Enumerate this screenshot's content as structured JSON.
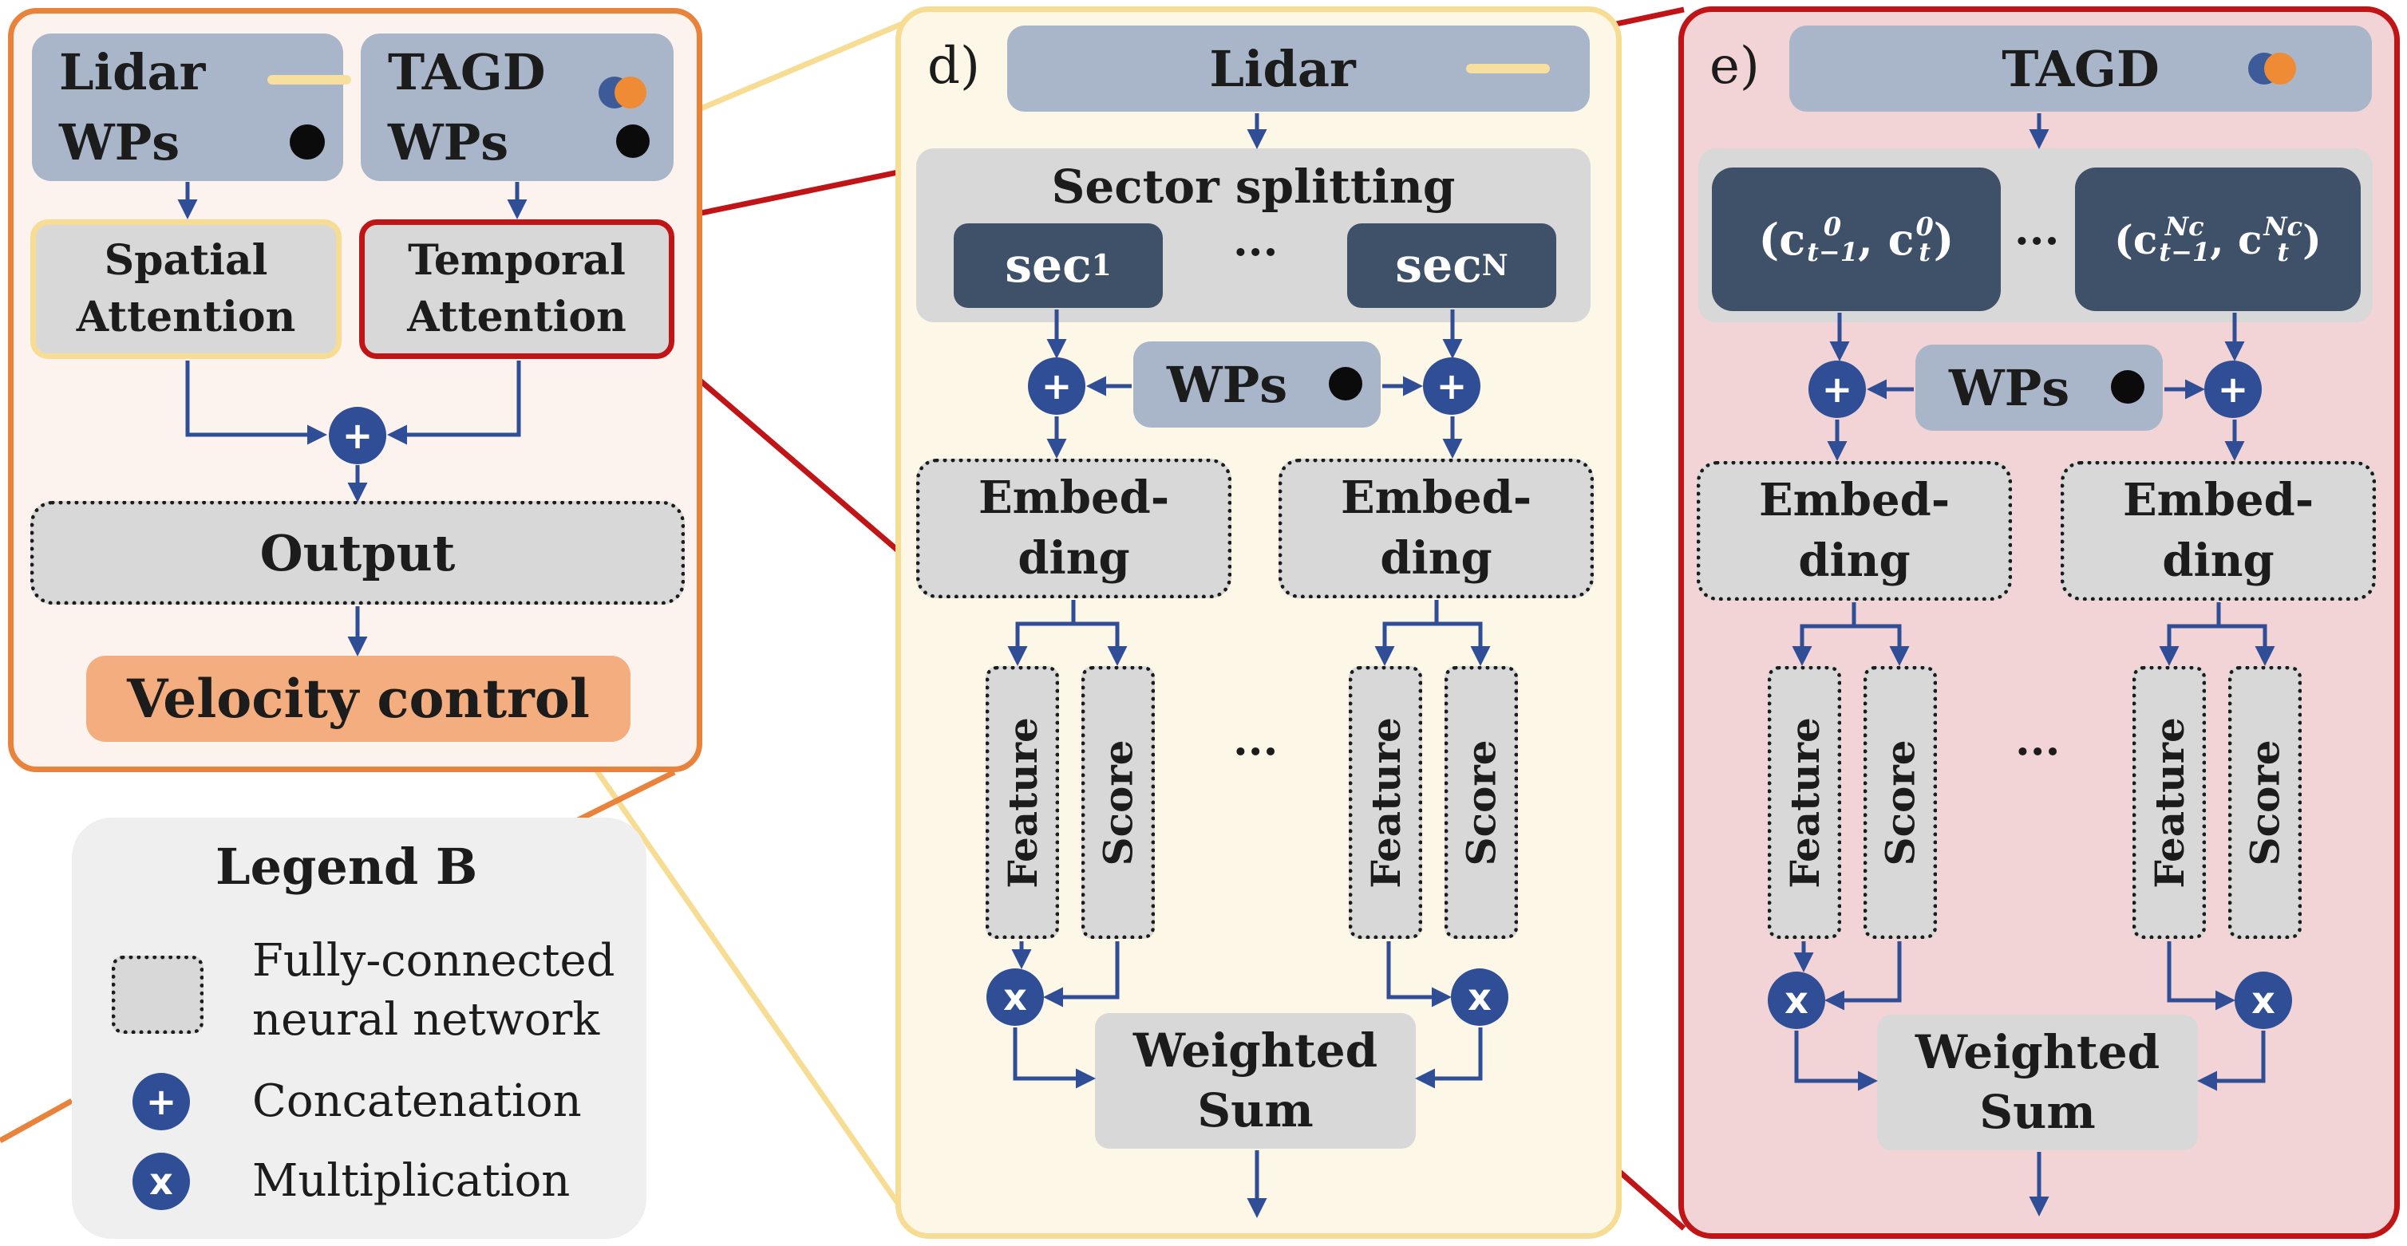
{
  "colors": {
    "panel_a_border": "#e9823a",
    "panel_a_fill": "#fdf3ee",
    "panel_d_border": "#f7dc93",
    "panel_d_fill": "#fdf7e8",
    "panel_e_border": "#c01416",
    "panel_e_fill": "#f2d4d6",
    "block_gray": "#d8d8d8",
    "block_blue": "#a9b6c9",
    "block_navy": "#3f5069",
    "circle_blue": "#2f4e95",
    "velocity_orange": "#f4ad7f",
    "legend_fill": "#efefef"
  },
  "left_panel": {
    "lidar_label": "Lidar",
    "lidar_wps_label": "WPs",
    "tagd_label": "TAGD",
    "tagd_wps_label": "WPs",
    "spatial_attention": "Spatial Attention",
    "temporal_attention": "Temporal Attention",
    "output_label": "Output",
    "velocity_label": "Velocity control",
    "concat_symbol": "+"
  },
  "legend": {
    "title": "Legend B",
    "fc_label_line1": "Fully-connected",
    "fc_label_line2": "neural network",
    "concat_label": "Concatenation",
    "mult_label": "Multiplication",
    "plus_symbol": "+",
    "times_symbol": "x"
  },
  "panel_d": {
    "tag": "d)",
    "lidar_label": "Lidar",
    "sector_splitting": "Sector splitting",
    "sec_first": "sec",
    "sec_first_sub": "1",
    "sec_last": "sec",
    "sec_last_sub": "N",
    "ellipsis": "···",
    "wps_label": "WPs",
    "embedding_line1": "Embed-",
    "embedding_line2": "ding",
    "feature_label": "Feature",
    "score_label": "Score",
    "weighted_line1": "Weighted",
    "weighted_line2": "Sum",
    "plus_symbol": "+",
    "times_symbol": "x"
  },
  "panel_e": {
    "tag": "e)",
    "tagd_label": "TAGD",
    "pair_first": "(c⁰ₜ₋₁, c⁰ₜ)",
    "pair_last": "(c^Nc t−1, c^Nc t)",
    "pair_c": "c",
    "sub_tm1": "t−1",
    "sub_t": "t",
    "sup_0": "0",
    "sup_nc": "Nc",
    "ellipsis": "···",
    "wps_label": "WPs",
    "embedding_line1": "Embed-",
    "embedding_line2": "ding",
    "feature_label": "Feature",
    "score_label": "Score",
    "weighted_line1": "Weighted",
    "weighted_line2": "Sum",
    "plus_symbol": "+",
    "times_symbol": "x"
  },
  "icons": {
    "lidar": "beige-dash-icon",
    "wps": "black-dot-icon",
    "tagd": "blue-orange-circles-icon"
  }
}
